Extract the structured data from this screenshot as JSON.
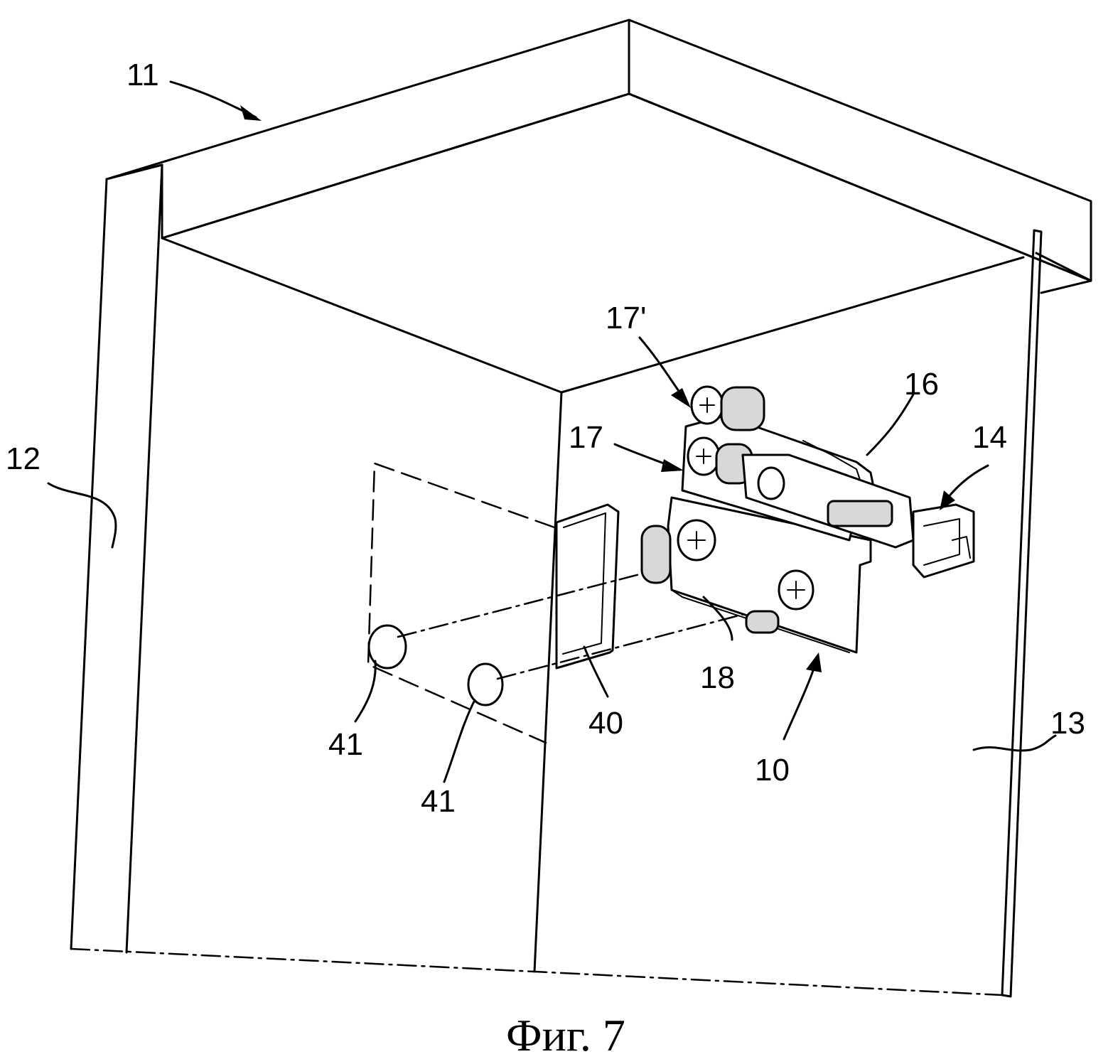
{
  "figure": {
    "caption": "Фиг. 7",
    "labels": {
      "l11": "11",
      "l12": "12",
      "l13": "13",
      "l14": "14",
      "l16": "16",
      "l17": "17",
      "l17p": "17'",
      "l18": "18",
      "l10": "10",
      "l40": "40",
      "l41a": "41",
      "l41b": "41"
    }
  }
}
